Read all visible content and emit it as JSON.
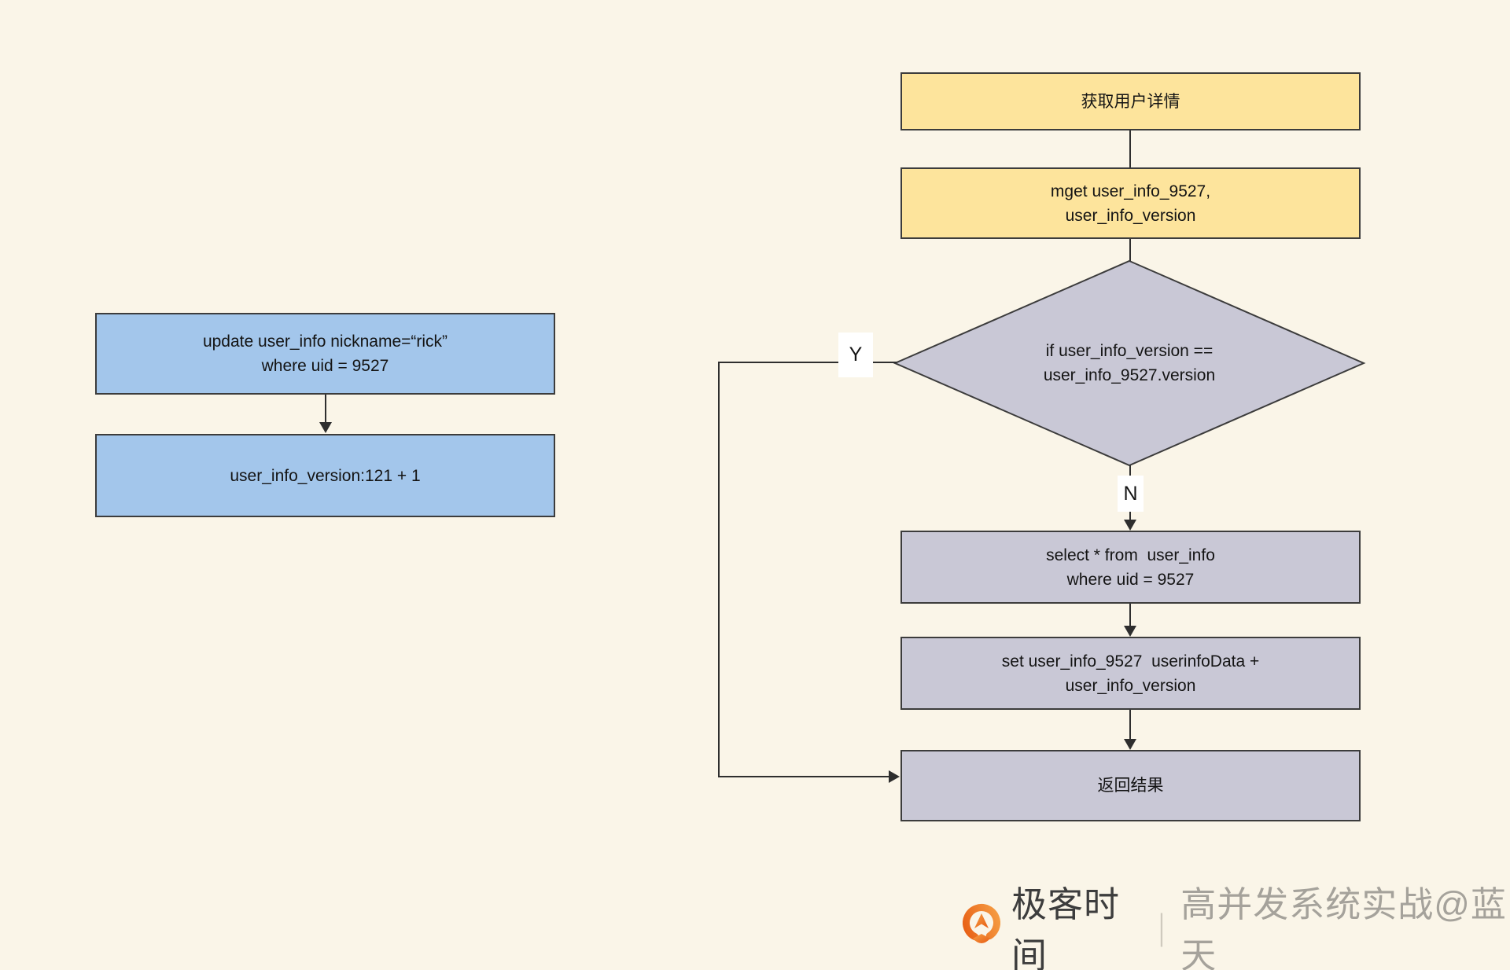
{
  "colors": {
    "background": "#faf5e8",
    "process_yellow": "#fde49c",
    "action_blue": "#a3c6eb",
    "decision_gray": "#c9c8d6",
    "node_border": "#3c3c3c",
    "connector": "#2e2e2e",
    "brand_orange_light": "#f6a046",
    "brand_orange_dark": "#e75c12",
    "brand_text": "#3d3d3d",
    "watermark_text": "#a5a29b"
  },
  "left_flow": {
    "update_box": "update user_info nickname=“rick”\nwhere uid = 9527",
    "version_box": "user_info_version:121 + 1"
  },
  "right_flow": {
    "title_box": "获取用户详情",
    "mget_box": "mget user_info_9527,\nuser_info_version",
    "decision_diamond": "if user_info_version ==\nuser_info_9527.version",
    "yes_label": "Y",
    "no_label": "N",
    "select_box": "select * from  user_info\nwhere uid = 9527",
    "set_box": "set user_info_9527  userinfoData +\nuser_info_version",
    "return_box": "返回结果"
  },
  "footer": {
    "logo_icon": "geektime-logo",
    "brand": "极客时间",
    "separator": "|",
    "watermark": "高并发系统实战@蓝天"
  }
}
